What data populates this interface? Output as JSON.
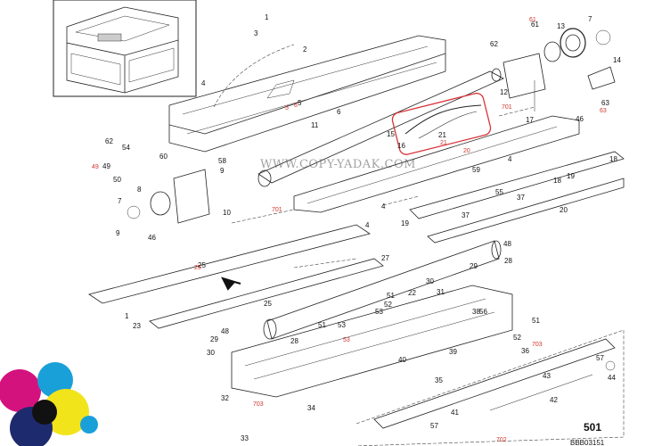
{
  "watermark": "WWW.COPY-YADAK.COM",
  "assembly_number": "501",
  "doc_ref": "BBB03151",
  "red_refs": [
    "5",
    "6",
    "25",
    "49",
    "53",
    "61",
    "63",
    "701",
    "701",
    "703",
    "703",
    "702",
    "21",
    "20"
  ],
  "callouts": [
    {
      "id": "c1",
      "label": "1"
    },
    {
      "id": "c2",
      "label": "2"
    },
    {
      "id": "c3",
      "label": "3"
    },
    {
      "id": "c4a",
      "label": "4"
    },
    {
      "id": "c5",
      "label": "5"
    },
    {
      "id": "c6",
      "label": "6"
    },
    {
      "id": "c7a",
      "label": "7"
    },
    {
      "id": "c7b",
      "label": "7"
    },
    {
      "id": "c8",
      "label": "8"
    },
    {
      "id": "c9a",
      "label": "9"
    },
    {
      "id": "c9b",
      "label": "9"
    },
    {
      "id": "c10",
      "label": "10"
    },
    {
      "id": "c11",
      "label": "11"
    },
    {
      "id": "c12",
      "label": "12"
    },
    {
      "id": "c13",
      "label": "13"
    },
    {
      "id": "c14",
      "label": "14"
    },
    {
      "id": "c15",
      "label": "15"
    },
    {
      "id": "c16",
      "label": "16"
    },
    {
      "id": "c17",
      "label": "17"
    },
    {
      "id": "c18a",
      "label": "18"
    },
    {
      "id": "c18b",
      "label": "18"
    },
    {
      "id": "c19a",
      "label": "19"
    },
    {
      "id": "c19b",
      "label": "19"
    },
    {
      "id": "c20",
      "label": "20"
    },
    {
      "id": "c21",
      "label": "21"
    },
    {
      "id": "c22",
      "label": "22"
    },
    {
      "id": "c23",
      "label": "23"
    },
    {
      "id": "c25a",
      "label": "25"
    },
    {
      "id": "c25b",
      "label": "25"
    },
    {
      "id": "c27",
      "label": "27"
    },
    {
      "id": "c28a",
      "label": "28"
    },
    {
      "id": "c28b",
      "label": "28"
    },
    {
      "id": "c29a",
      "label": "29"
    },
    {
      "id": "c29b",
      "label": "29"
    },
    {
      "id": "c30a",
      "label": "30"
    },
    {
      "id": "c30b",
      "label": "30"
    },
    {
      "id": "c31",
      "label": "31"
    },
    {
      "id": "c32",
      "label": "32"
    },
    {
      "id": "c33",
      "label": "33"
    },
    {
      "id": "c34",
      "label": "34"
    },
    {
      "id": "c35",
      "label": "35"
    },
    {
      "id": "c36",
      "label": "36"
    },
    {
      "id": "c37a",
      "label": "37"
    },
    {
      "id": "c37b",
      "label": "37"
    },
    {
      "id": "c38",
      "label": "38"
    },
    {
      "id": "c39",
      "label": "39"
    },
    {
      "id": "c40",
      "label": "40"
    },
    {
      "id": "c41",
      "label": "41"
    },
    {
      "id": "c42",
      "label": "42"
    },
    {
      "id": "c43",
      "label": "43"
    },
    {
      "id": "c44",
      "label": "44"
    },
    {
      "id": "c46a",
      "label": "46"
    },
    {
      "id": "c46b",
      "label": "46"
    },
    {
      "id": "c48a",
      "label": "48"
    },
    {
      "id": "c48b",
      "label": "48"
    },
    {
      "id": "c49",
      "label": "49"
    },
    {
      "id": "c50",
      "label": "50"
    },
    {
      "id": "c51a",
      "label": "51"
    },
    {
      "id": "c51b",
      "label": "51"
    },
    {
      "id": "c51c",
      "label": "51"
    },
    {
      "id": "c52a",
      "label": "52"
    },
    {
      "id": "c52b",
      "label": "52"
    },
    {
      "id": "c53a",
      "label": "53"
    },
    {
      "id": "c53b",
      "label": "53"
    },
    {
      "id": "c54",
      "label": "54"
    },
    {
      "id": "c55",
      "label": "55"
    },
    {
      "id": "c56",
      "label": "56"
    },
    {
      "id": "c57a",
      "label": "57"
    },
    {
      "id": "c57b",
      "label": "57"
    },
    {
      "id": "c58",
      "label": "58"
    },
    {
      "id": "c59",
      "label": "59"
    },
    {
      "id": "c60",
      "label": "60"
    },
    {
      "id": "c61",
      "label": "61"
    },
    {
      "id": "c62a",
      "label": "62"
    },
    {
      "id": "c62b",
      "label": "62"
    },
    {
      "id": "c63",
      "label": "63"
    },
    {
      "id": "c4b",
      "label": "4"
    },
    {
      "id": "c4c",
      "label": "4"
    },
    {
      "id": "c4d",
      "label": "4"
    },
    {
      "id": "c1b",
      "label": "1"
    }
  ],
  "colors": {
    "highlight": "#d9343a",
    "ink": "#222222",
    "magenta": "#d4127e",
    "cyan": "#1aa0d8",
    "yellow": "#f2e41b",
    "navy": "#1e2a6e",
    "black": "#111111"
  }
}
